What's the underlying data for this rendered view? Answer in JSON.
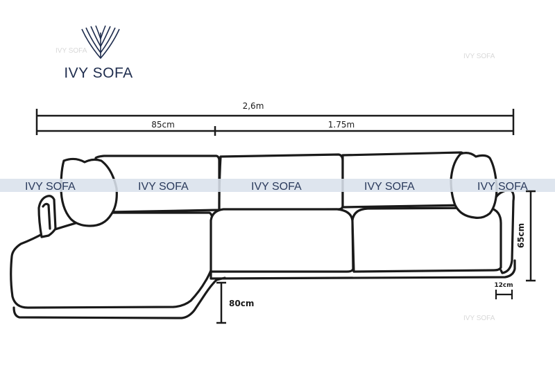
{
  "brand": {
    "name": "IVY SOFA",
    "color": "#1f2d4e"
  },
  "watermark": {
    "text": "IVY SOFA",
    "band_color": "#d9e1ec",
    "text_color": "#2a3a5c"
  },
  "dimensions": {
    "total_width": "2,6m",
    "chaise_width": "85cm",
    "main_width": "1.75m",
    "back_height": "65cm",
    "seat_depth_offset": "80cm",
    "base_height": "12cm"
  },
  "colors": {
    "line": "#1a1a1a",
    "background": "#ffffff"
  }
}
